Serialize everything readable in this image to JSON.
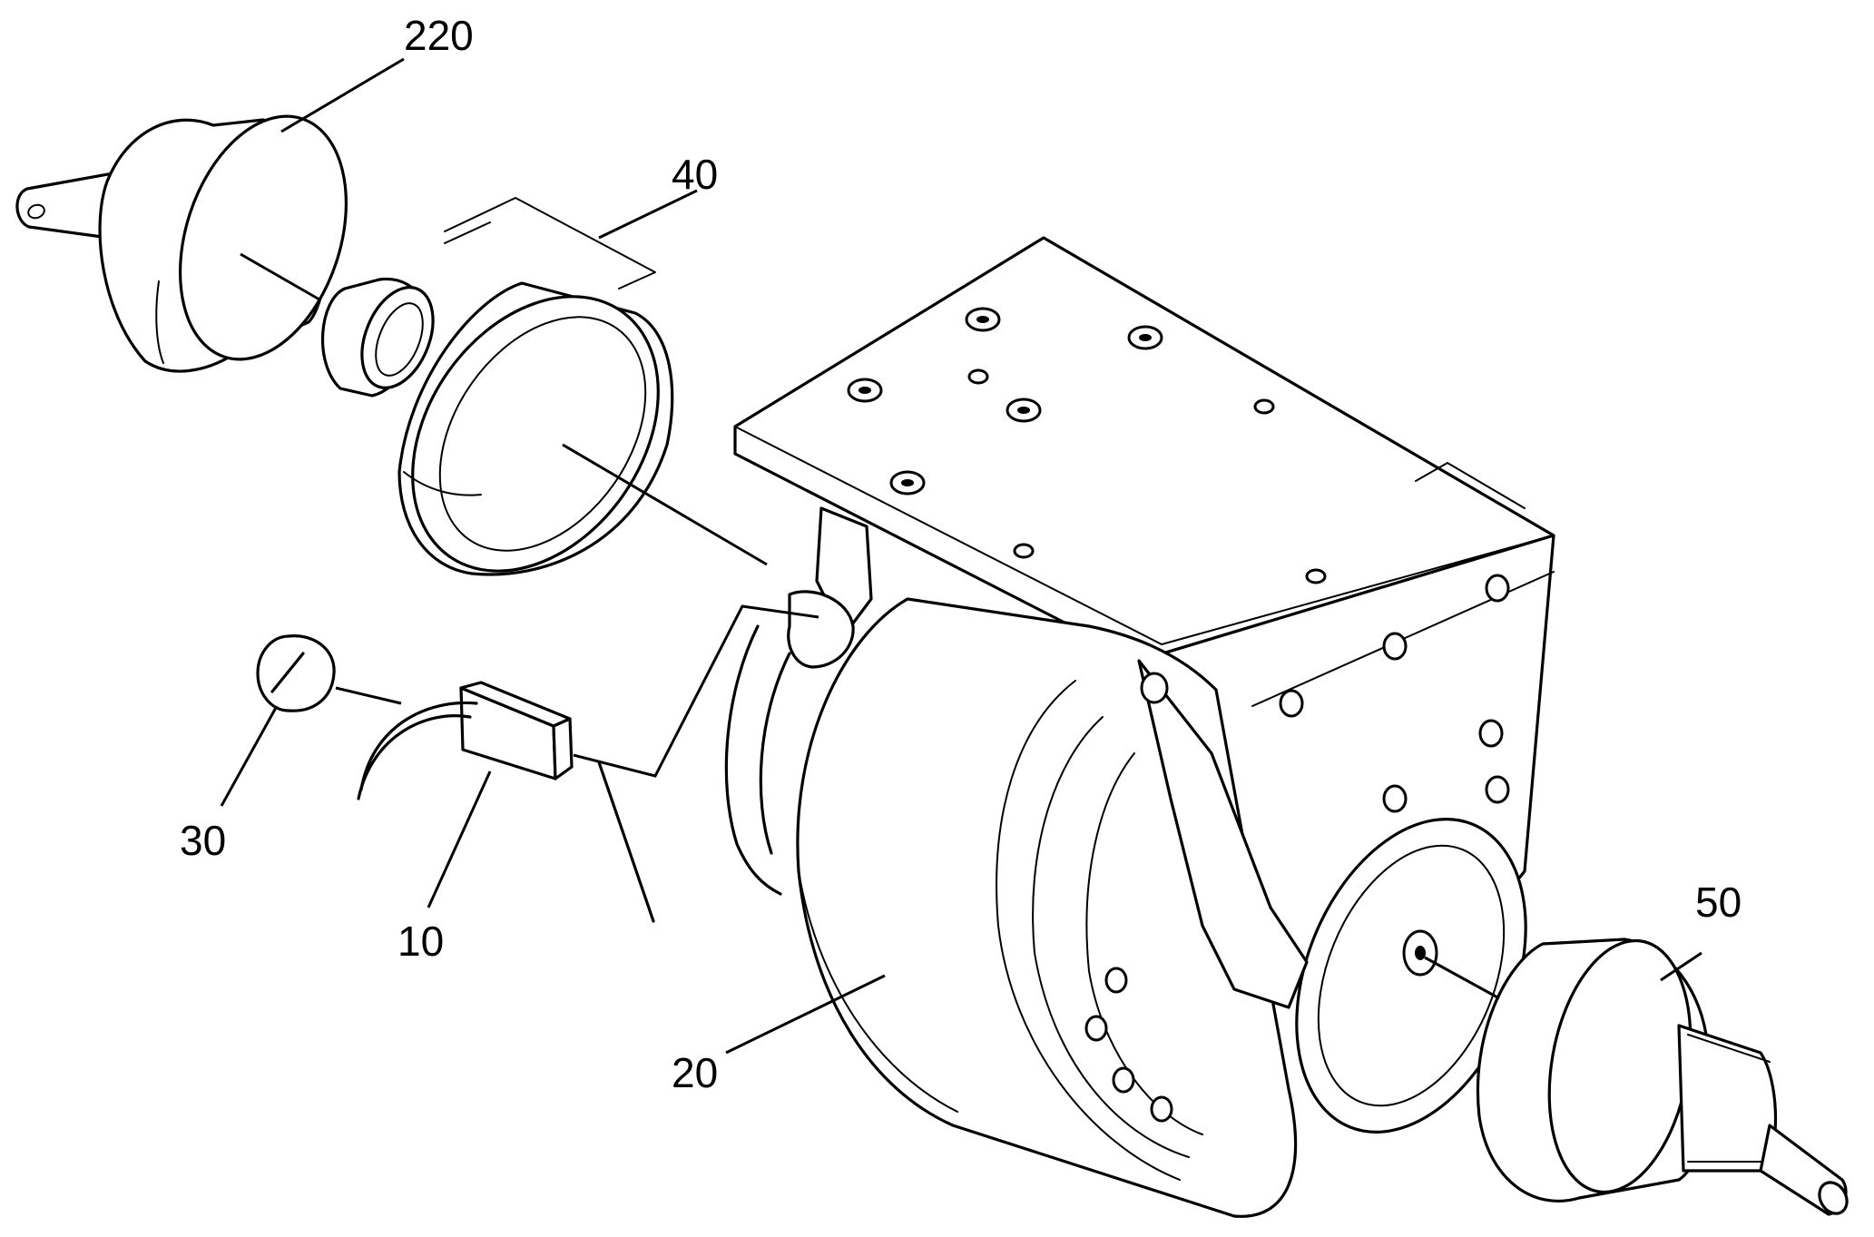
{
  "labels": {
    "cover": "220",
    "ring": "40",
    "plug": "30",
    "sensor": "10",
    "wheel": "20",
    "shaft": "50"
  },
  "colors": {
    "line": "#000000",
    "background": "#ffffff"
  }
}
